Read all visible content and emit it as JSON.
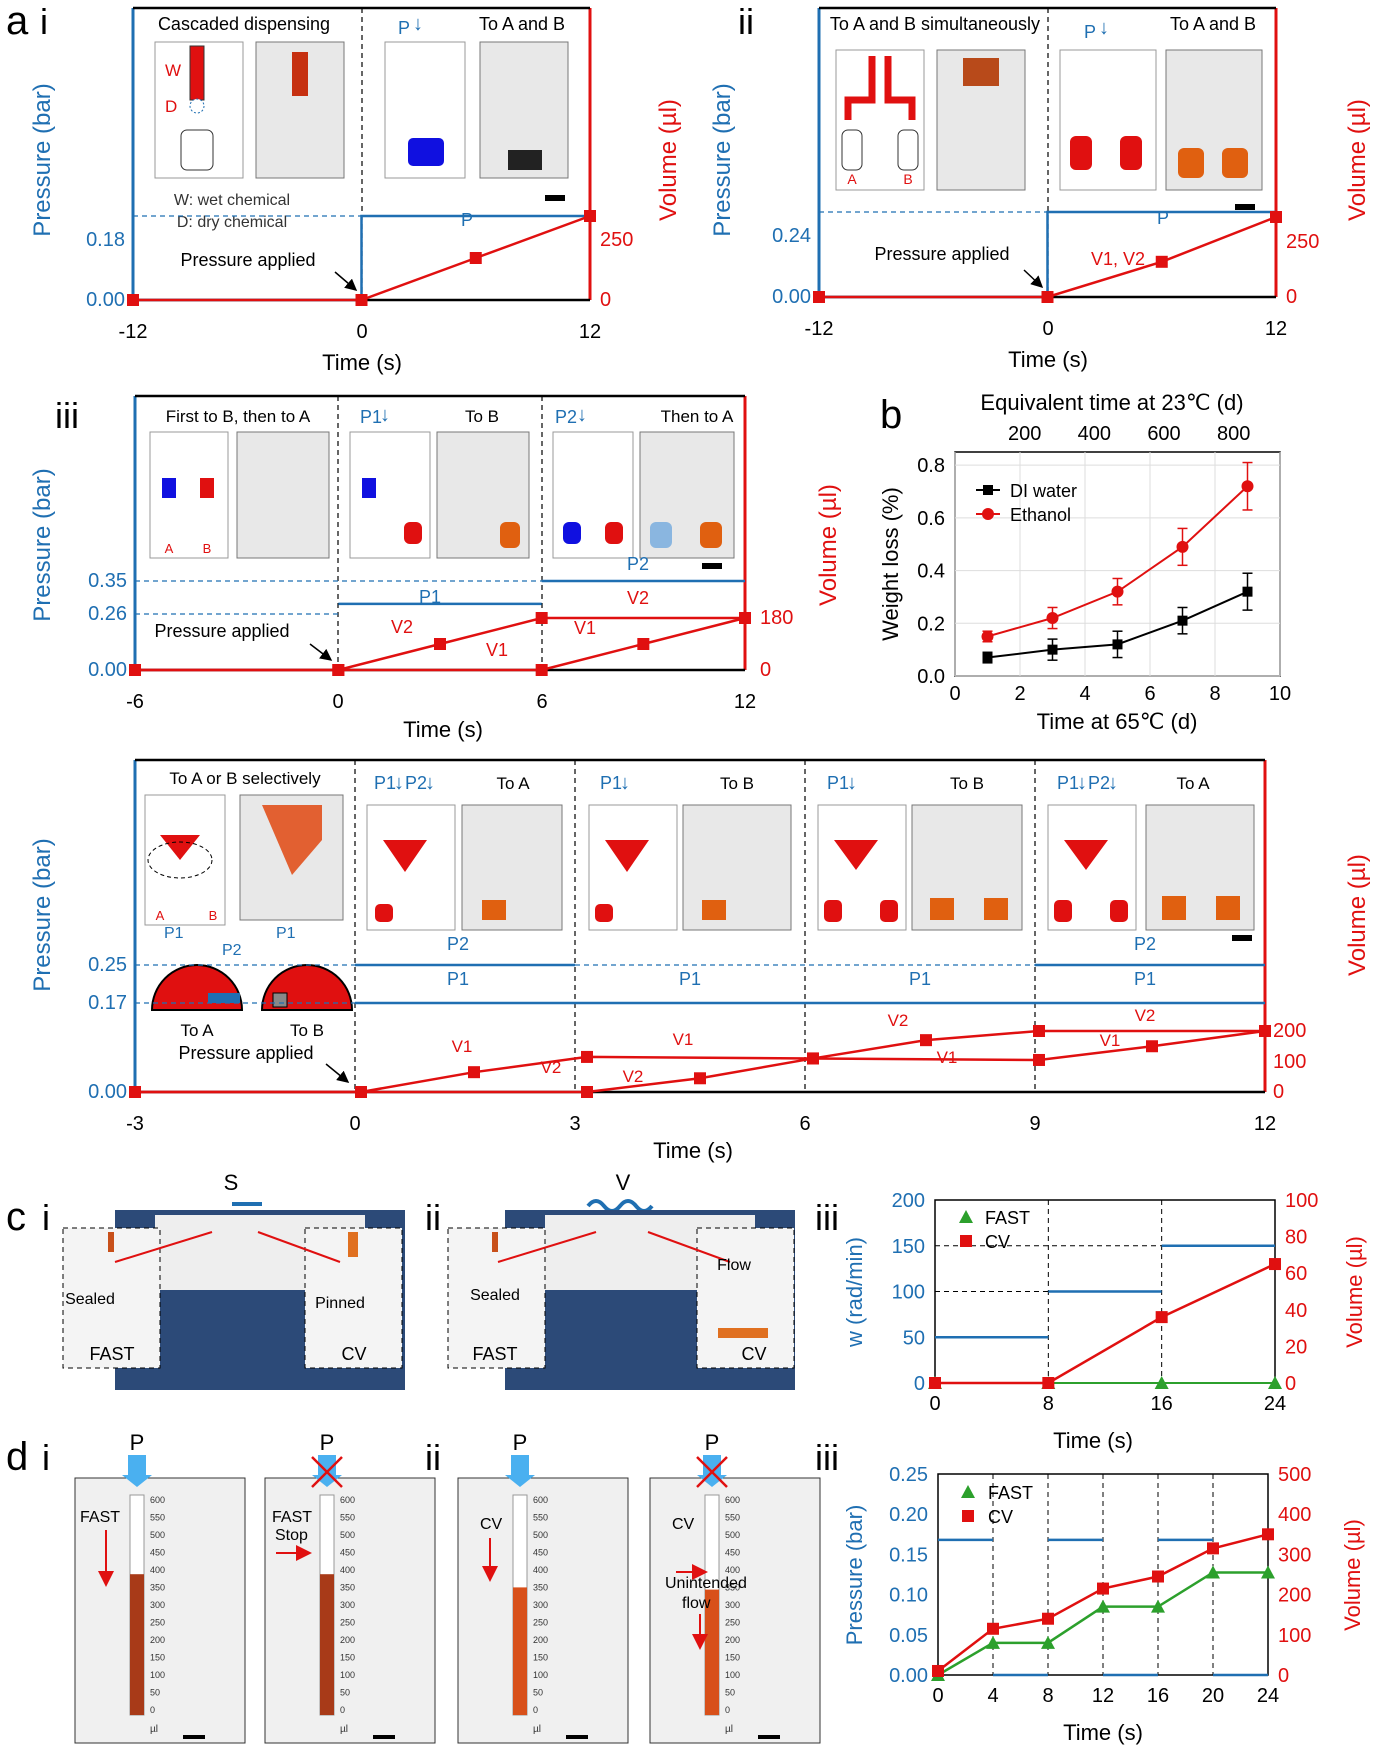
{
  "colors": {
    "pressure": "#1f6fb2",
    "volume": "#e01010",
    "fast": "#2ca02c",
    "dark": "#000000"
  },
  "panel_labels": {
    "a": "a",
    "b": "b",
    "c": "c",
    "d": "d",
    "i": "i",
    "ii": "ii",
    "iii": "iii"
  },
  "common": {
    "pressure_label": "Pressure (bar)",
    "volume_label": "Volume (µl)",
    "time_label": "Time (s)",
    "pressure_applied": "Pressure applied"
  },
  "a_i": {
    "t1": "Cascaded dispensing",
    "t2": "To A and B",
    "w": "W",
    "d": "D",
    "legend_w": "W: wet chemical",
    "legend_d": "D: dry chemical",
    "p": "P",
    "p_line": "P",
    "yl": [
      "0.18",
      "0.00"
    ],
    "yr": [
      "250",
      "0"
    ],
    "x": [
      "-12",
      "0",
      "12"
    ]
  },
  "a_ii": {
    "t1": "To A and B simultaneously",
    "t2": "To A and B",
    "a": "A",
    "b": "B",
    "v1": "V1",
    "v2": "V2",
    "p": "P",
    "p_line": "P",
    "curve": "V1, V2",
    "yl": [
      "0.24",
      "0.00"
    ],
    "yr": [
      "250",
      "0"
    ],
    "x": [
      "-12",
      "0",
      "12"
    ]
  },
  "a_iii": {
    "t1": "First to B, then to A",
    "t2": "To B",
    "t3": "Then to A",
    "a": "A",
    "b": "B",
    "p1": "P1",
    "p2": "P2",
    "v1": "V1",
    "v2": "V2",
    "yl": [
      "0.35",
      "0.26",
      "0.00"
    ],
    "yr": [
      "180",
      "0"
    ],
    "x": [
      "-6",
      "0",
      "6",
      "12"
    ]
  },
  "a_iv": {
    "t1": "To A or B selectively",
    "t2": "To A",
    "t3": "To B",
    "t4": "To B",
    "t5": "To A",
    "a": "A",
    "b": "B",
    "to_a": "To A",
    "to_b": "To B",
    "p1": "P1",
    "p2": "P2",
    "v1": "V1",
    "v2": "V2",
    "yl": [
      "0.25",
      "0.17",
      "0.00"
    ],
    "yr": [
      "200",
      "100",
      "0"
    ],
    "x": [
      "-3",
      "0",
      "3",
      "6",
      "9",
      "12"
    ]
  },
  "b": {
    "top_label": "Equivalent time at 23℃ (d)",
    "top_ticks": [
      "200",
      "400",
      "600",
      "800"
    ],
    "xlabel": "Time at 65℃ (d)",
    "ylabel": "Weight loss (%)",
    "xticks": [
      "0",
      "2",
      "4",
      "6",
      "8",
      "10"
    ],
    "yticks": [
      "0.0",
      "0.2",
      "0.4",
      "0.6",
      "0.8"
    ],
    "legend": [
      "DI water",
      "Ethanol"
    ]
  },
  "c": {
    "s": "S",
    "v": "V",
    "sealed": "Sealed",
    "pinned": "Pinned",
    "flow": "Flow",
    "fast": "FAST",
    "cv": "CV",
    "ylabel_l": "w (rad/min)",
    "ylabel_r": "Volume (µl)",
    "xlabel": "Time (s)",
    "yl": [
      "0",
      "50",
      "100",
      "150",
      "200"
    ],
    "yr": [
      "0",
      "20",
      "40",
      "60",
      "80",
      "100"
    ],
    "x": [
      "0",
      "8",
      "16",
      "24"
    ],
    "legend": [
      "FAST",
      "CV"
    ]
  },
  "d": {
    "p": "P",
    "fast": "FAST",
    "cv": "CV",
    "stop": "Stop",
    "unintended": "Unintended",
    "flow": "flow",
    "unit": "µl",
    "scale": [
      "600",
      "550",
      "500",
      "450",
      "400",
      "350",
      "300",
      "250",
      "200",
      "150",
      "100",
      "50",
      "0"
    ],
    "ylabel_l": "Pressure (bar)",
    "ylabel_r": "Volume (µl)",
    "xlabel": "Time (s)",
    "yl": [
      "0.00",
      "0.05",
      "0.10",
      "0.15",
      "0.20",
      "0.25"
    ],
    "yr": [
      "0",
      "100",
      "200",
      "300",
      "400",
      "500"
    ],
    "x": [
      "0",
      "4",
      "8",
      "12",
      "16",
      "20",
      "24"
    ],
    "legend": [
      "FAST",
      "CV"
    ]
  },
  "chart_data": [
    {
      "type": "line",
      "panel": "a-i",
      "x_unit": "s",
      "series": [
        {
          "name": "P",
          "unit": "bar",
          "x": [
            -12,
            0,
            0,
            12
          ],
          "y": [
            0,
            0,
            0.18,
            0.18
          ]
        },
        {
          "name": "Volume",
          "unit": "µl",
          "x": [
            -12,
            0,
            6,
            12
          ],
          "y": [
            0,
            0,
            125,
            250
          ]
        }
      ],
      "ylim_left": [
        0,
        0.18
      ],
      "ylim_right": [
        0,
        250
      ],
      "xlim": [
        -12,
        12
      ]
    },
    {
      "type": "line",
      "panel": "a-ii",
      "x_unit": "s",
      "series": [
        {
          "name": "P",
          "unit": "bar",
          "x": [
            -12,
            0,
            0,
            12
          ],
          "y": [
            0,
            0,
            0.24,
            0.24
          ]
        },
        {
          "name": "V1, V2",
          "unit": "µl",
          "x": [
            -12,
            0,
            6,
            12
          ],
          "y": [
            0,
            0,
            110,
            250
          ]
        }
      ],
      "ylim_left": [
        0,
        0.24
      ],
      "ylim_right": [
        0,
        250
      ],
      "xlim": [
        -12,
        12
      ]
    },
    {
      "type": "line",
      "panel": "a-iii",
      "x_unit": "s",
      "series": [
        {
          "name": "P1",
          "unit": "bar",
          "x": [
            0,
            6
          ],
          "y": [
            0.26,
            0.26
          ]
        },
        {
          "name": "P2",
          "unit": "bar",
          "x": [
            6,
            12
          ],
          "y": [
            0.35,
            0.35
          ]
        },
        {
          "name": "V2",
          "unit": "µl",
          "x": [
            -6,
            0,
            3,
            6,
            12
          ],
          "y": [
            0,
            0,
            90,
            180,
            180
          ]
        },
        {
          "name": "V1",
          "unit": "µl",
          "x": [
            -6,
            0,
            6,
            9,
            12
          ],
          "y": [
            0,
            0,
            0,
            90,
            180
          ]
        }
      ],
      "ylim_right": [
        0,
        180
      ],
      "xlim": [
        -6,
        12
      ]
    },
    {
      "type": "line",
      "panel": "a-iv",
      "x_unit": "s",
      "series": [
        {
          "name": "P1",
          "unit": "bar",
          "x": [
            0,
            12
          ],
          "y": [
            0.17,
            0.17
          ]
        },
        {
          "name": "P2",
          "unit": "bar",
          "x": [
            0,
            12
          ],
          "y": [
            0.25,
            0.25
          ]
        },
        {
          "name": "V1",
          "unit": "µl",
          "x": [
            -3,
            0,
            1.5,
            3,
            6,
            9,
            10.5,
            12
          ],
          "y": [
            0,
            0,
            65,
            115,
            110,
            105,
            150,
            200
          ]
        },
        {
          "name": "V2",
          "unit": "µl",
          "x": [
            -3,
            0,
            3,
            4.5,
            6,
            7.5,
            9,
            12
          ],
          "y": [
            0,
            0,
            0,
            45,
            110,
            170,
            200,
            200
          ]
        }
      ],
      "ylim_right": [
        0,
        200
      ],
      "xlim": [
        -3,
        12
      ]
    },
    {
      "type": "line",
      "panel": "b",
      "x": [
        1,
        3,
        5,
        7,
        9
      ],
      "xlabel": "Time at 65℃ (d)",
      "ylabel": "Weight loss (%)",
      "series": [
        {
          "name": "DI water",
          "values": [
            0.07,
            0.1,
            0.12,
            0.21,
            0.32
          ],
          "err": [
            0.02,
            0.04,
            0.05,
            0.05,
            0.07
          ]
        },
        {
          "name": "Ethanol",
          "values": [
            0.15,
            0.22,
            0.32,
            0.49,
            0.72
          ],
          "err": [
            0.02,
            0.04,
            0.05,
            0.07,
            0.09
          ]
        }
      ],
      "xlim": [
        0,
        10
      ],
      "ylim": [
        0,
        0.85
      ]
    },
    {
      "type": "line",
      "panel": "c-iii",
      "x": [
        0,
        8,
        16,
        24
      ],
      "series": [
        {
          "name": "w",
          "unit": "rad/min",
          "steps": [
            [
              0,
              8,
              50
            ],
            [
              8,
              16,
              100
            ],
            [
              16,
              24,
              150
            ]
          ]
        },
        {
          "name": "FAST",
          "unit": "µl",
          "values": [
            0,
            0,
            0,
            0
          ]
        },
        {
          "name": "CV",
          "unit": "µl",
          "values": [
            0,
            0,
            36,
            65
          ]
        }
      ],
      "ylim_left": [
        0,
        200
      ],
      "ylim_right": [
        0,
        100
      ],
      "xlim": [
        0,
        24
      ]
    },
    {
      "type": "line",
      "panel": "d-iii",
      "x": [
        0,
        4,
        8,
        12,
        16,
        20,
        24
      ],
      "series": [
        {
          "name": "Pressure",
          "unit": "bar",
          "steps": [
            [
              0,
              4,
              0.168
            ],
            [
              4,
              8,
              0
            ],
            [
              8,
              12,
              0.168
            ],
            [
              12,
              16,
              0
            ],
            [
              16,
              20,
              0.168
            ],
            [
              20,
              24,
              0
            ]
          ]
        },
        {
          "name": "FAST",
          "unit": "µl",
          "values": [
            0,
            80,
            80,
            170,
            170,
            255,
            255
          ]
        },
        {
          "name": "CV",
          "unit": "µl",
          "values": [
            10,
            115,
            140,
            215,
            245,
            315,
            350
          ]
        }
      ],
      "ylim_left": [
        0,
        0.25
      ],
      "ylim_right": [
        0,
        500
      ],
      "xlim": [
        0,
        24
      ]
    }
  ]
}
